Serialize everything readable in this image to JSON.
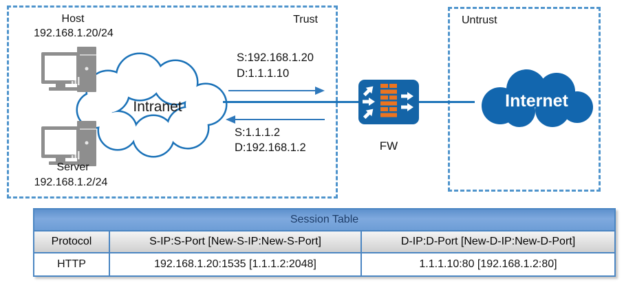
{
  "diagram": {
    "trust_label": "Trust",
    "untrust_label": "Untrust",
    "host": {
      "name": "Host",
      "ip": "192.168.1.20/24"
    },
    "server": {
      "name": "Server",
      "ip": "192.168.1.2/24"
    },
    "intranet_label": "Intranet",
    "internet_label": "Internet",
    "fw_label": "FW",
    "flow_out": {
      "src": "S:192.168.1.20",
      "dst": "D:1.1.1.10"
    },
    "flow_back": {
      "src": "S:1.1.1.2",
      "dst": "D:192.168.1.2"
    }
  },
  "session_table": {
    "title": "Session Table",
    "columns": [
      "Protocol",
      "S-IP:S-Port [New-S-IP:New-S-Port]",
      "D-IP:D-Port [New-D-IP:New-D-Port]"
    ],
    "rows": [
      [
        "HTTP",
        "192.168.1.20:1535 [1.1.1.2:2048]",
        "1.1.1.10:80 [192.168.1.2:80]"
      ]
    ]
  },
  "colors": {
    "zone_border": "#4f94cc",
    "cloud_outline": "#1b72b8",
    "internet_fill": "#1266ae",
    "firewall_fill": "#1464a7",
    "firewall_brick": "#ed7420",
    "link_line": "#1b72b8",
    "flow_arrow": "#2e78bb",
    "table_title_bg": "#6d9dd6",
    "table_title_text": "#1c3c68",
    "table_border": "#4a85c2",
    "column_header_bg": "#d9d9d9"
  }
}
